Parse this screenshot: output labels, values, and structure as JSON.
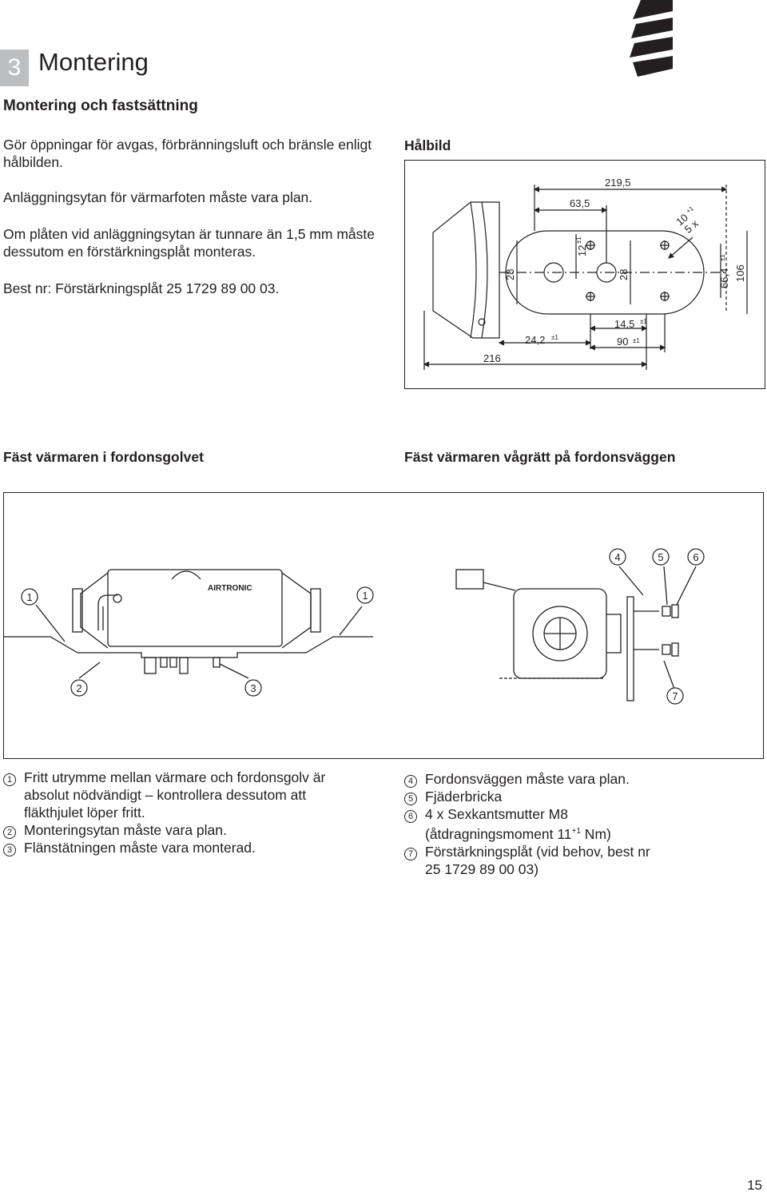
{
  "header": {
    "chapter_number": "3",
    "chapter_title": "Montering"
  },
  "section": {
    "title": "Montering och fastsättning",
    "paragraphs": [
      "Gör öppningar för avgas, förbränningsluft och bränsle enligt hålbilden.",
      "Anläggningsytan för värmarfoten måste vara plan.",
      "Om plåten vid anläggningsytan är tunnare än 1,5 mm måste dessutom en förstärkningsplåt monteras.",
      "Best nr: Förstärkningsplåt  25 1729 89 00 03."
    ]
  },
  "hole_pattern": {
    "title": "Hålbild",
    "dims": {
      "d219": "219,5",
      "d63": "63,5",
      "d10": "10",
      "d10tol": "+1",
      "d5x": "5 x",
      "d28a": "28",
      "d12": "12",
      "d12tol": "±1",
      "d28b": "28",
      "d66": "66,4",
      "d66tol": "±1",
      "d106": "106",
      "d14": "14,5",
      "d14tol": "±1",
      "d24": "24,2",
      "d24tol": "±1",
      "d90": "90",
      "d90tol": "±1",
      "d216": "216"
    }
  },
  "figures": {
    "left_title": "Fäst värmaren i fordonsgolvet",
    "right_title": "Fäst värmaren vågrätt på fordonsväggen",
    "brand": "AIRTRONIC",
    "callouts": [
      "1",
      "1",
      "2",
      "3",
      "4",
      "5",
      "6",
      "7"
    ]
  },
  "legend_left": [
    {
      "num": "1",
      "text": "Fritt utrymme mellan värmare och fordonsgolv är absolut nödvändigt – kontrollera dessutom att fläkthjulet löper fritt."
    },
    {
      "num": "2",
      "text": "Monteringsytan måste vara plan."
    },
    {
      "num": "3",
      "text": "Flänstätningen måste vara monterad."
    }
  ],
  "legend_right": [
    {
      "num": "4",
      "text": "Fordonsväggen måste vara plan."
    },
    {
      "num": "5",
      "text": "Fjäderbricka"
    },
    {
      "num": "6",
      "text": "4 x Sexkantsmutter M8",
      "line2a": "(åtdragningsmoment 11",
      "line2sup": "+1",
      "line2b": " Nm)"
    },
    {
      "num": "7",
      "text": "Förstärkningsplåt (vid behov, best nr",
      "line2": "25 1729 89 00 03)"
    }
  ],
  "page_number": "15"
}
